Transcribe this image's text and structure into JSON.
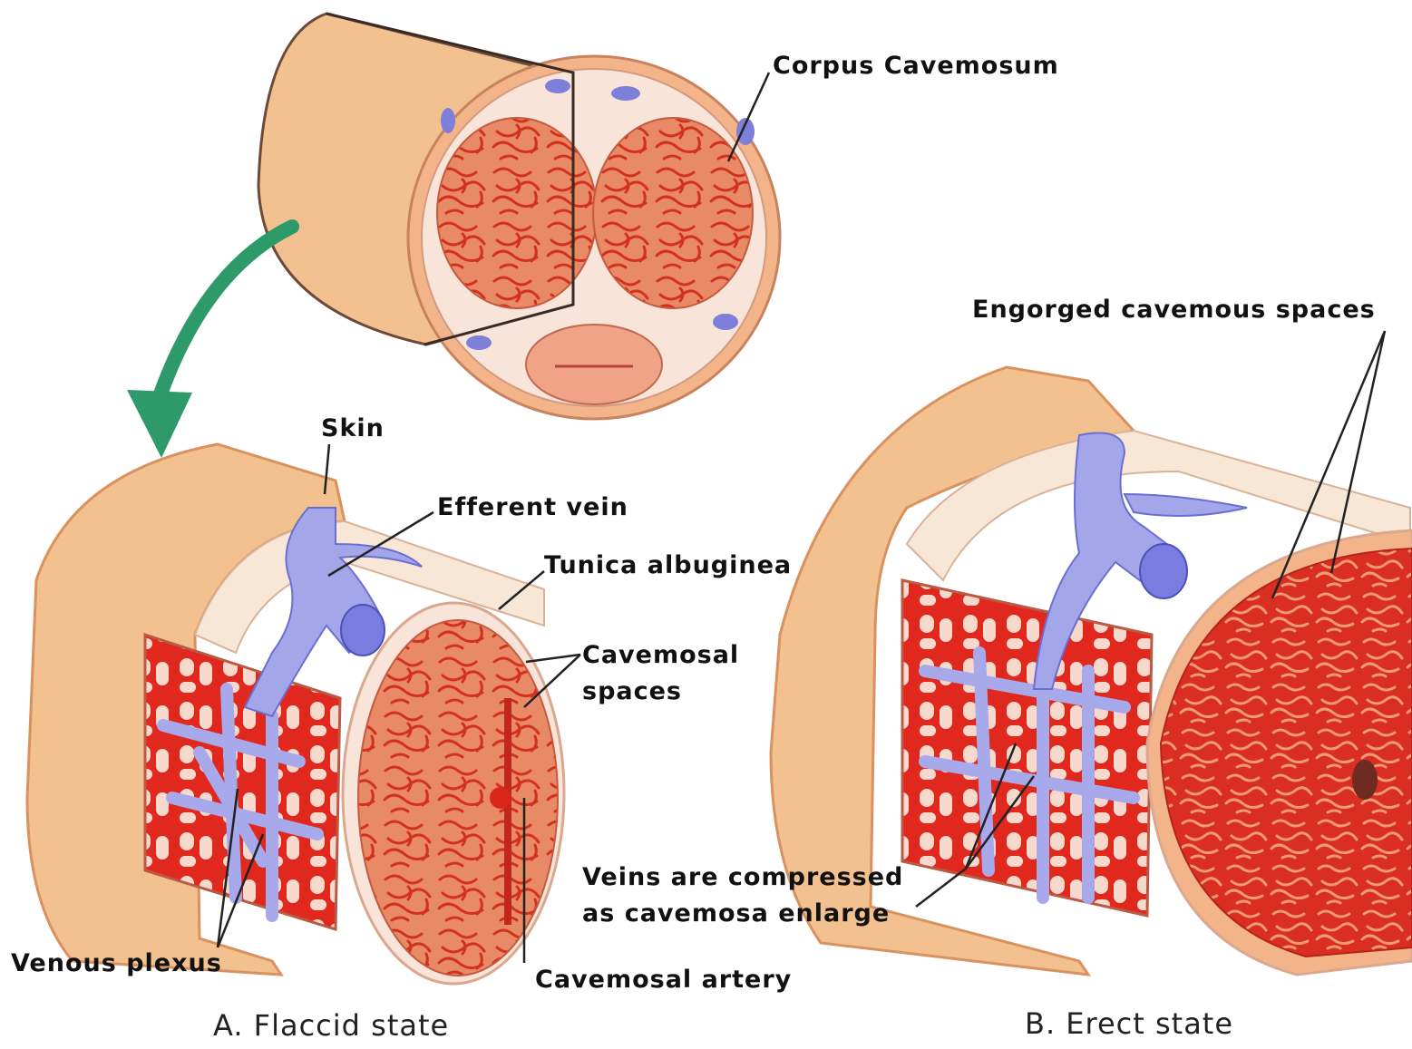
{
  "labels": {
    "corpus_cavernosum": "Corpus Cavemosum",
    "engorged_spaces": "Engorged cavemous spaces",
    "skin": "Skin",
    "efferent_vein": "Efferent vein",
    "tunica_albuginea": "Tunica albuginea",
    "cavernosal_spaces_line1": "Cavemosal",
    "cavernosal_spaces_line2": "spaces",
    "veins_compressed_line1": "Veins are compressed",
    "veins_compressed_line2": "as cavemosa enlarge",
    "venous_plexus": "Venous plexus",
    "cavernosal_artery": "Cavemosal artery"
  },
  "captions": {
    "flaccid": "A. Flaccid state",
    "erect": "B. Erect state"
  },
  "colors": {
    "skin": "#f3c08f",
    "skin_shade": "#e39a69",
    "tissue": "#e87d5c",
    "tissue_dark": "#d8241c",
    "vein": "#9b9ee8",
    "tunica": "#f8e6dc",
    "arrow": "#2e9a6a"
  }
}
